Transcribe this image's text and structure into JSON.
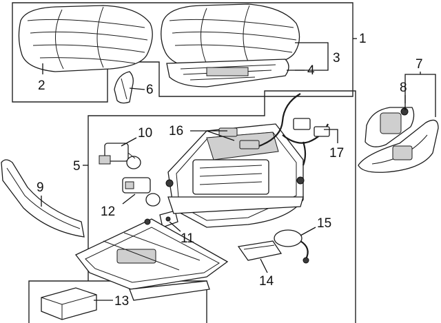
{
  "diagram": {
    "callouts": {
      "c1": "1",
      "c2": "2",
      "c3": "3",
      "c4": "4",
      "c5": "5",
      "c6": "6",
      "c7": "7",
      "c8": "8",
      "c9": "9",
      "c10": "10",
      "c11": "11",
      "c12": "12",
      "c13": "13",
      "c14": "14",
      "c15": "15",
      "c16": "16",
      "c17": "17"
    },
    "colors": {
      "line": "#1a1a1a",
      "background": "#ffffff",
      "shade": "#cfcfcf"
    }
  }
}
